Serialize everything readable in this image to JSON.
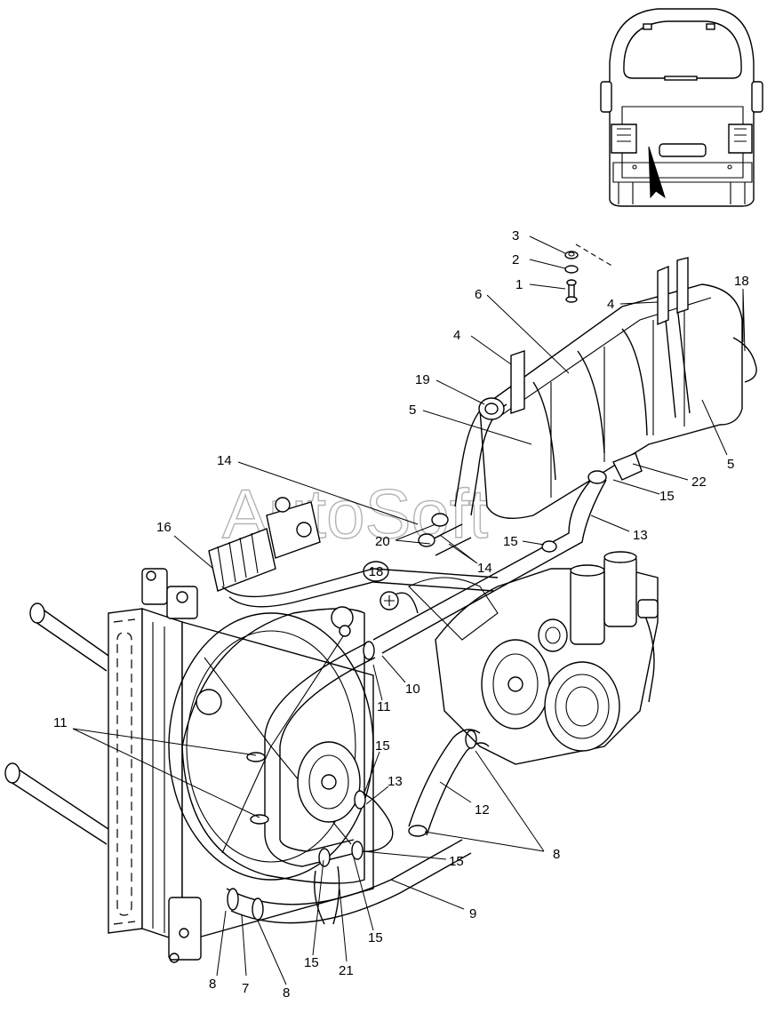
{
  "watermark": "AutoSoft",
  "circled_ref": "18",
  "callouts": [
    {
      "id": "c3",
      "text": "3"
    },
    {
      "id": "c2",
      "text": "2"
    },
    {
      "id": "c1",
      "text": "1"
    },
    {
      "id": "c4a",
      "text": "4"
    },
    {
      "id": "c18",
      "text": "18"
    },
    {
      "id": "c6",
      "text": "6"
    },
    {
      "id": "c4b",
      "text": "4"
    },
    {
      "id": "c19",
      "text": "19"
    },
    {
      "id": "c5a",
      "text": "5"
    },
    {
      "id": "c5b",
      "text": "5"
    },
    {
      "id": "c22",
      "text": "22"
    },
    {
      "id": "c14a",
      "text": "14"
    },
    {
      "id": "c15a",
      "text": "15"
    },
    {
      "id": "c16",
      "text": "16"
    },
    {
      "id": "c13a",
      "text": "13"
    },
    {
      "id": "c20",
      "text": "20"
    },
    {
      "id": "c15b",
      "text": "15"
    },
    {
      "id": "c14b",
      "text": "14"
    },
    {
      "id": "c10",
      "text": "10"
    },
    {
      "id": "c11a",
      "text": "11"
    },
    {
      "id": "c11b",
      "text": "11"
    },
    {
      "id": "c15c",
      "text": "15"
    },
    {
      "id": "c13b",
      "text": "13"
    },
    {
      "id": "c12",
      "text": "12"
    },
    {
      "id": "c8a",
      "text": "8"
    },
    {
      "id": "c15d",
      "text": "15"
    },
    {
      "id": "c9",
      "text": "9"
    },
    {
      "id": "c15e",
      "text": "15"
    },
    {
      "id": "c15f",
      "text": "15"
    },
    {
      "id": "c21",
      "text": "21"
    },
    {
      "id": "c8b",
      "text": "8"
    },
    {
      "id": "c7",
      "text": "7"
    },
    {
      "id": "c8c",
      "text": "8"
    }
  ]
}
